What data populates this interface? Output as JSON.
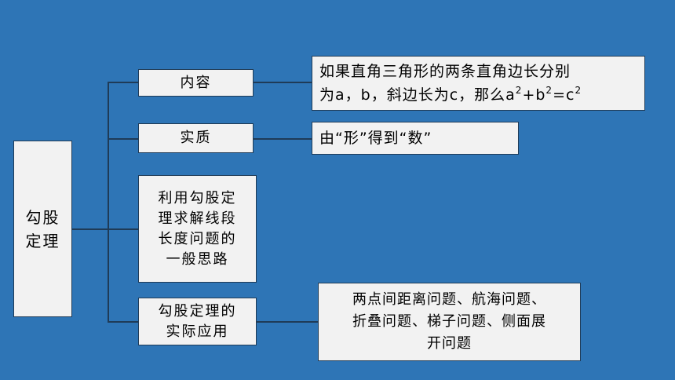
{
  "root": {
    "line1": "勾股",
    "line2": "定理"
  },
  "branches": [
    {
      "label": "内容",
      "description_line1": "如果直角三角形的两条直角边长分别",
      "description_line2_pre": "为a，b，斜边长为c，那么a",
      "sup1": "2",
      "plus": "+b",
      "sup2": "2",
      "eq": "=c",
      "sup3": "2"
    },
    {
      "label": "实质",
      "description": "由“形”得到“数”"
    },
    {
      "label_lines": [
        "利用勾股定",
        "理求解线段",
        "长度问题的",
        "一般思路"
      ]
    },
    {
      "label_lines": [
        "勾股定理的",
        "实际应用"
      ],
      "description_lines": [
        "两点间距离问题、航海问题、",
        "折叠问题、梯子问题、侧面展",
        "开问题"
      ]
    }
  ]
}
